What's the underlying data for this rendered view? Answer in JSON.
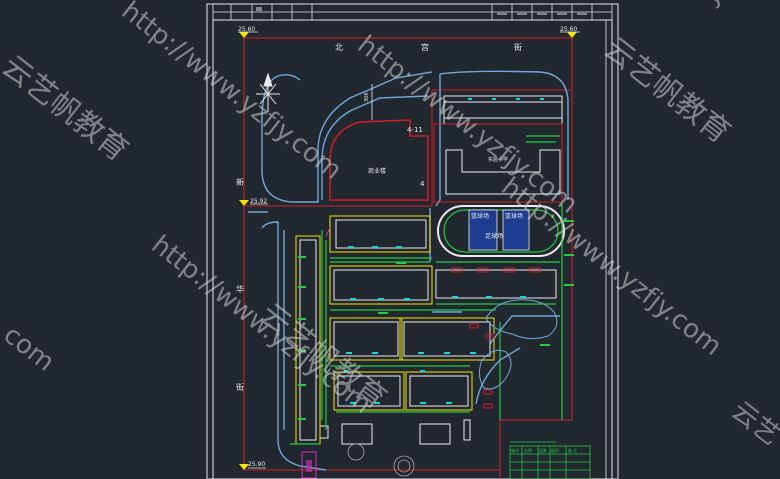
{
  "canvas": {
    "background": "#212830"
  },
  "colors": {
    "frame": "#e8e8e8",
    "road_red": "#d21e2a",
    "outline_blue": "#6fa8dc",
    "building_white": "#eaeaea",
    "green": "#27c93f",
    "yellow": "#f2e600",
    "cyan": "#1ad3d3",
    "magenta": "#e02cc4",
    "watermark": "#d0d0d0"
  },
  "elevations": {
    "top_left": "25.60",
    "top_right": "25.60",
    "mid_left": "25.92",
    "bottom_left": "25.90"
  },
  "streets": {
    "north": [
      "北",
      "宫",
      "街"
    ],
    "west": [
      "新",
      "华",
      "街"
    ]
  },
  "labels": {
    "width_mark": "30K",
    "block_id": "4-11",
    "block_num": "4",
    "mall": "商业楼",
    "school": "实验小学",
    "field_blocks": [
      "篮球场",
      "篮球场"
    ],
    "field_center": "足球场"
  },
  "legend": {
    "header_cells": [
      "编号",
      "名称",
      "层数",
      "面积",
      "备 注"
    ]
  },
  "watermarks": {
    "site": "http://www.yzfjy.com",
    "brand": "云艺帆教育",
    "partial_top": "yzfj",
    "partial_mid": "com",
    "partial_br": "云艺"
  }
}
